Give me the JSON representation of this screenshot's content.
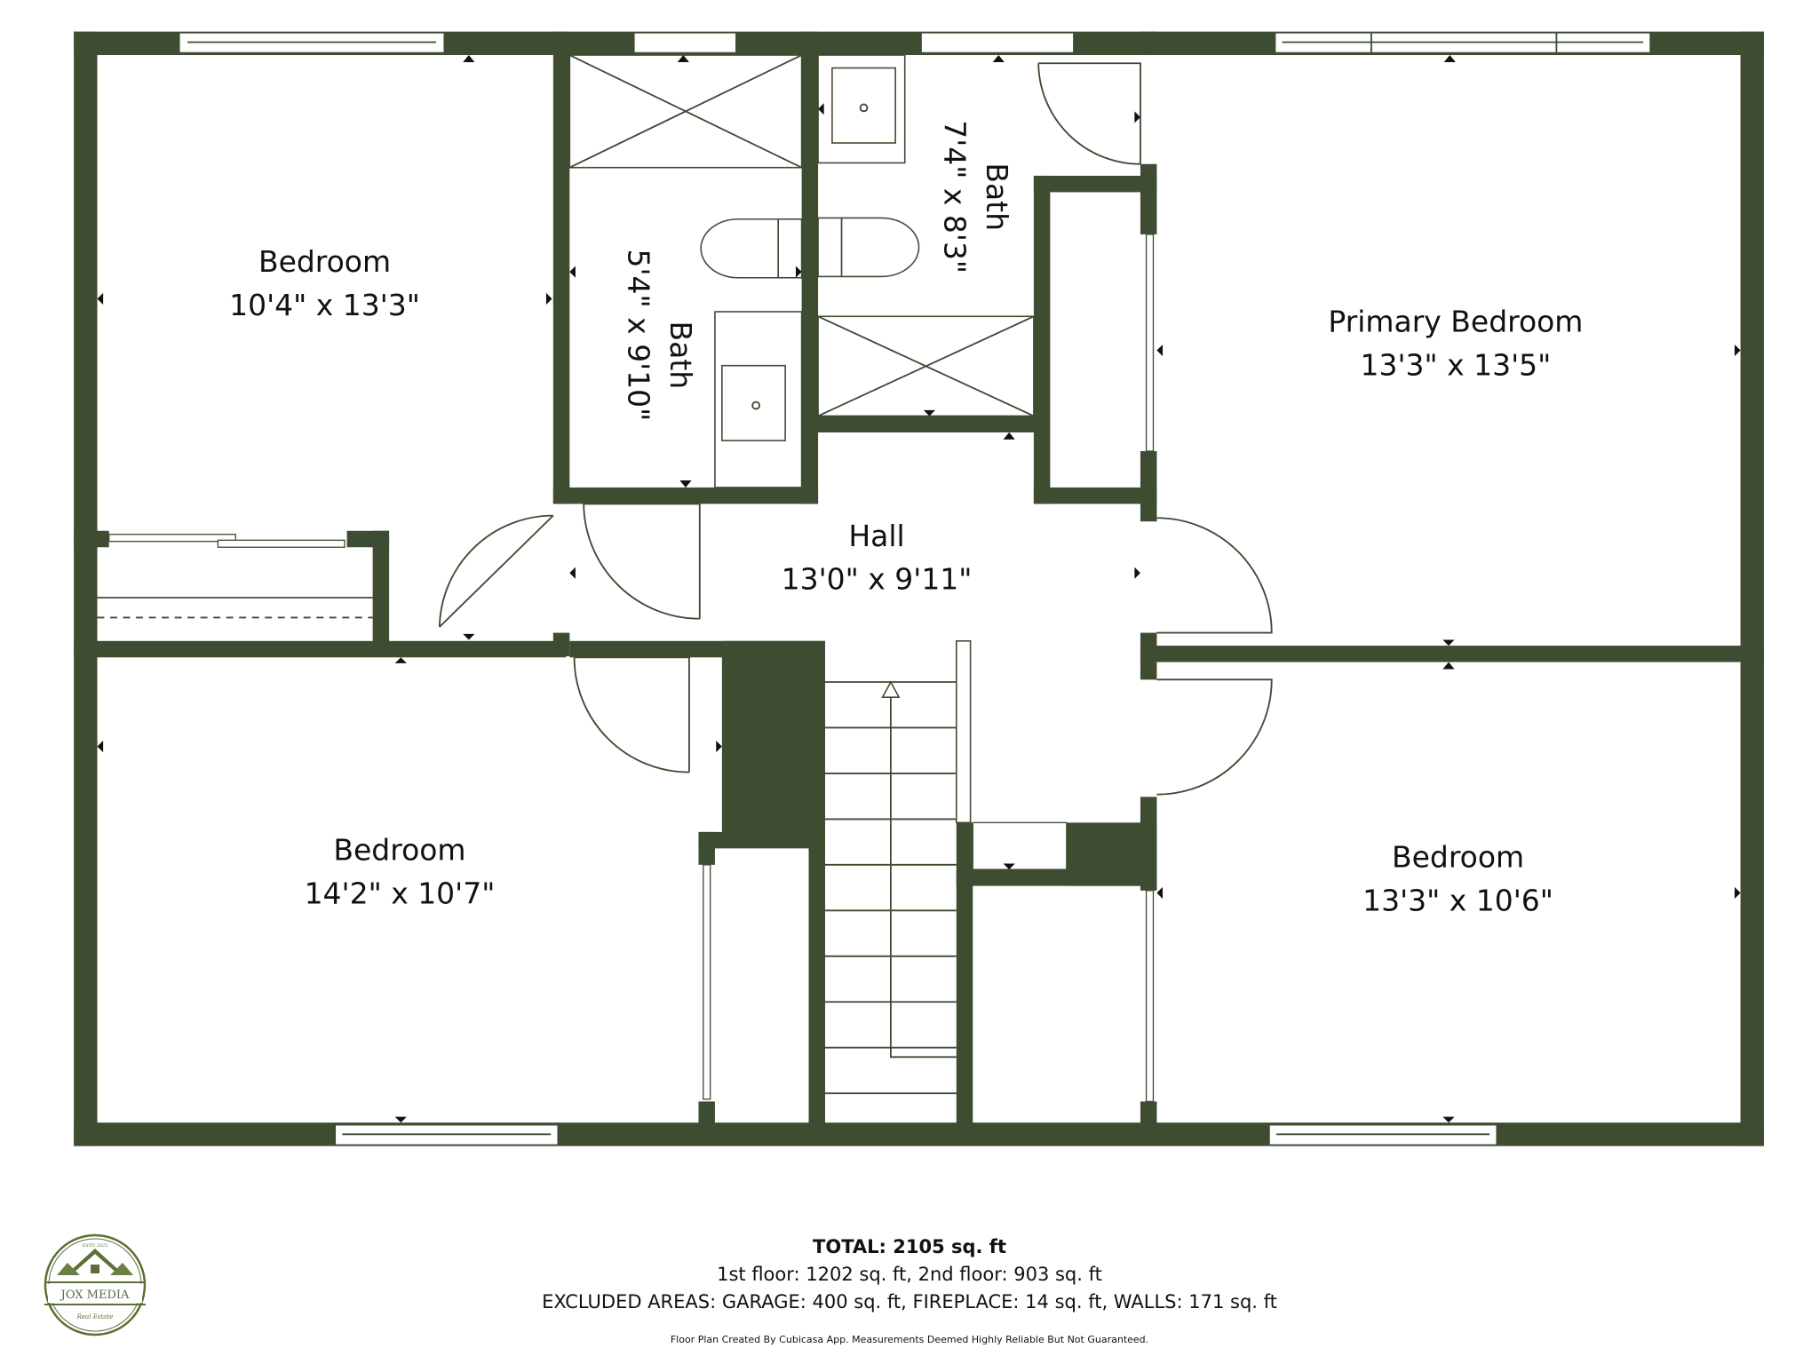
{
  "plan": {
    "wall_color": "#3e4c32",
    "rooms": [
      {
        "name": "Bedroom",
        "dims": "10'4\" x 13'3\""
      },
      {
        "name": "Bath",
        "dims": "5'4\" x 9'10\""
      },
      {
        "name": "Bath",
        "dims": "7'4\" x 8'3\""
      },
      {
        "name": "Primary Bedroom",
        "dims": "13'3\" x 13'5\""
      },
      {
        "name": "Hall",
        "dims": "13'0\" x 9'11\""
      },
      {
        "name": "Bedroom",
        "dims": "14'2\" x 10'7\""
      },
      {
        "name": "Bedroom",
        "dims": "13'3\" x 10'6\""
      }
    ]
  },
  "footer": {
    "total": "TOTAL: 2105 sq. ft",
    "floors": "1st floor: 1202 sq. ft, 2nd floor: 903 sq. ft",
    "excluded": "EXCLUDED AREAS: GARAGE: 400 sq. ft, FIREPLACE: 14 sq. ft, WALLS: 171 sq. ft",
    "disclaimer": "Floor Plan Created By Cubicasa App. Measurements Deemed Highly Reliable But Not Guaranteed."
  },
  "logo": {
    "estd": "ESTD 2023",
    "name": "JOX MEDIA",
    "tagline": "Real Estate"
  }
}
